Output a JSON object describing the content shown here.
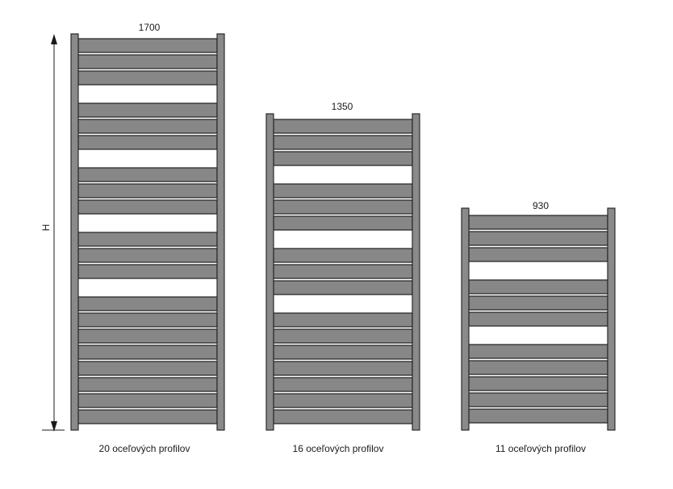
{
  "dimension_label": "H",
  "colors": {
    "bar_fill": "#878787",
    "bar_stroke": "#2b2b2b",
    "post_fill": "#8a8a8a",
    "line": "#1a1a1a"
  },
  "radiators": [
    {
      "height_label": "1700",
      "caption": "20 oceľových profilov",
      "profile_count": 20,
      "groups": [
        3,
        3,
        3,
        3,
        8
      ]
    },
    {
      "height_label": "1350",
      "caption": "16 oceľových profilov",
      "profile_count": 16,
      "groups": [
        3,
        3,
        3,
        7
      ]
    },
    {
      "height_label": "930",
      "caption": "11 oceľových profilov",
      "profile_count": 11,
      "groups": [
        3,
        3,
        5
      ]
    }
  ]
}
